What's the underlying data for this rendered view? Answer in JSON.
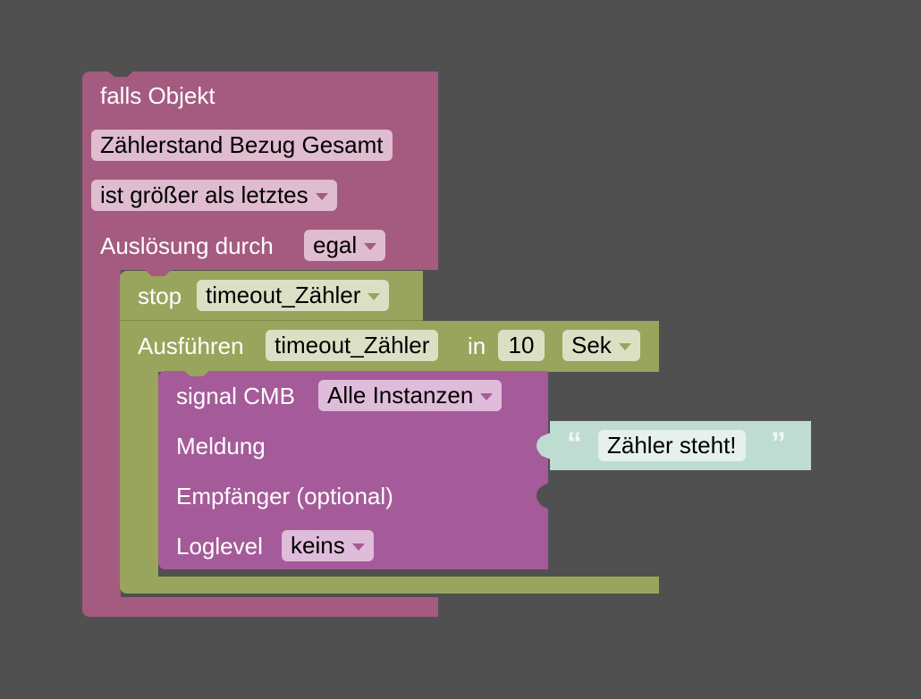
{
  "trigger_block": {
    "title": "falls Objekt",
    "object_field": "Zählerstand Bezug Gesamt",
    "condition_dropdown": "ist größer als letztes",
    "trigger_label": "Auslösung durch",
    "trigger_dropdown": "egal"
  },
  "stop_block": {
    "label": "stop",
    "timeout_dropdown": "timeout_Zähler"
  },
  "timeout_block": {
    "label": "Ausführen",
    "name_field": "timeout_Zähler",
    "in_label": "in",
    "delay_value": "10",
    "unit_dropdown": "Sek"
  },
  "signal_block": {
    "label": "signal CMB",
    "instance_dropdown": "Alle Instanzen",
    "message_label": "Meldung",
    "recipient_label": "Empfänger (optional)",
    "loglevel_label": "Loglevel",
    "loglevel_dropdown": "keins"
  },
  "text_block": {
    "open_quote": "“",
    "value": "Zähler steht!",
    "close_quote": "”"
  },
  "colors": {
    "background": "#505050",
    "trigger": "#a55b80",
    "timeout": "#99a55c",
    "signal": "#a55b99",
    "text": "#bfdcd2"
  }
}
